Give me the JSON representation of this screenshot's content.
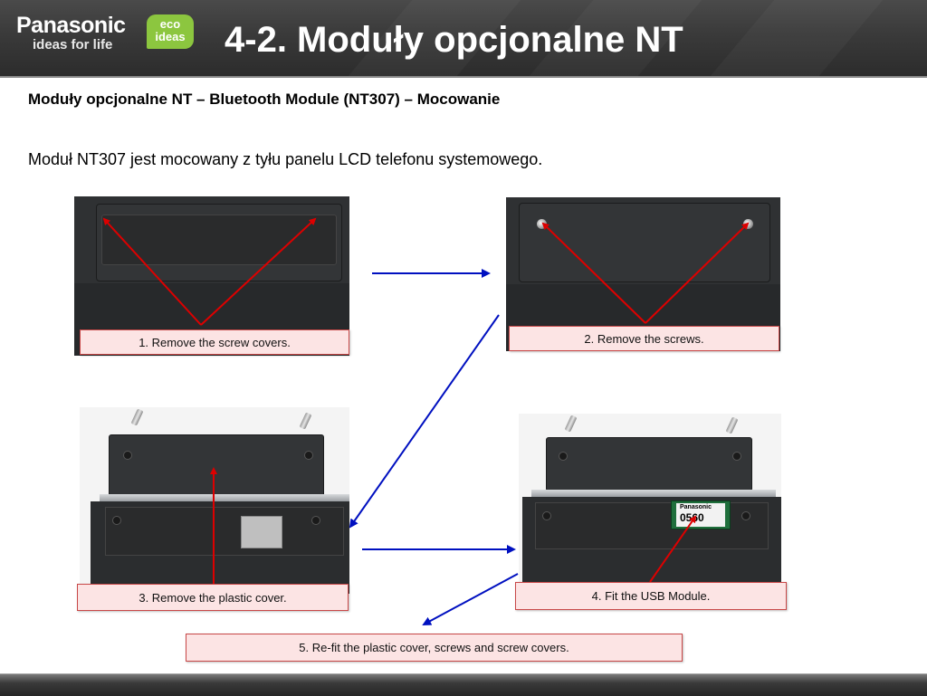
{
  "header": {
    "brand": "Panasonic",
    "tagline": "ideas for life",
    "badge_line1": "eco",
    "badge_line2": "ideas",
    "title": "4-2. Moduły opcjonalne NT"
  },
  "content": {
    "subtitle": "Moduły opcjonalne NT – Bluetooth Module (NT307) – Mocowanie",
    "intro": "Moduł NT307 jest mocowany z tyłu panelu LCD telefonu systemowego."
  },
  "steps": [
    {
      "label": "1. Remove the screw covers."
    },
    {
      "label": "2. Remove the screws."
    },
    {
      "label": "3. Remove the plastic cover."
    },
    {
      "label": "4. Fit the USB Module."
    },
    {
      "label": "5. Re-fit the plastic cover, screws and screw covers."
    }
  ],
  "module": {
    "brand": "Panasonic",
    "marking": "0560"
  },
  "colors": {
    "header_bg": "#3a3a3a",
    "label_bg": "#fce4e4",
    "label_border": "#c84848",
    "red_arrow": "#dd0000",
    "blue_arrow": "#0010c0",
    "eco_green": "#8cc63f"
  }
}
